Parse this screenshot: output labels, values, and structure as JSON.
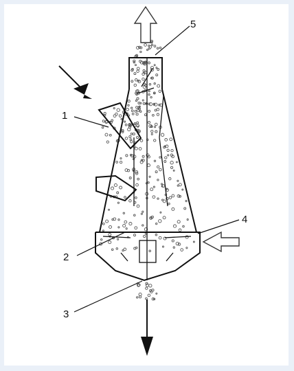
{
  "diagram": {
    "colors": {
      "background": "#eaf0f8",
      "paper": "#ffffff",
      "line": "#111111",
      "particle": "#555555"
    },
    "callouts": [
      {
        "id": "1",
        "label": "1"
      },
      {
        "id": "2",
        "label": "2"
      },
      {
        "id": "3",
        "label": "3"
      },
      {
        "id": "4",
        "label": "4"
      },
      {
        "id": "5",
        "label": "5"
      }
    ],
    "icons": {
      "feed_in": "arrow-down-right-filled-icon",
      "air_in": "arrow-left-outline-icon",
      "air_out": "arrow-up-outline-icon",
      "product_out": "arrow-down-filled-icon"
    }
  }
}
